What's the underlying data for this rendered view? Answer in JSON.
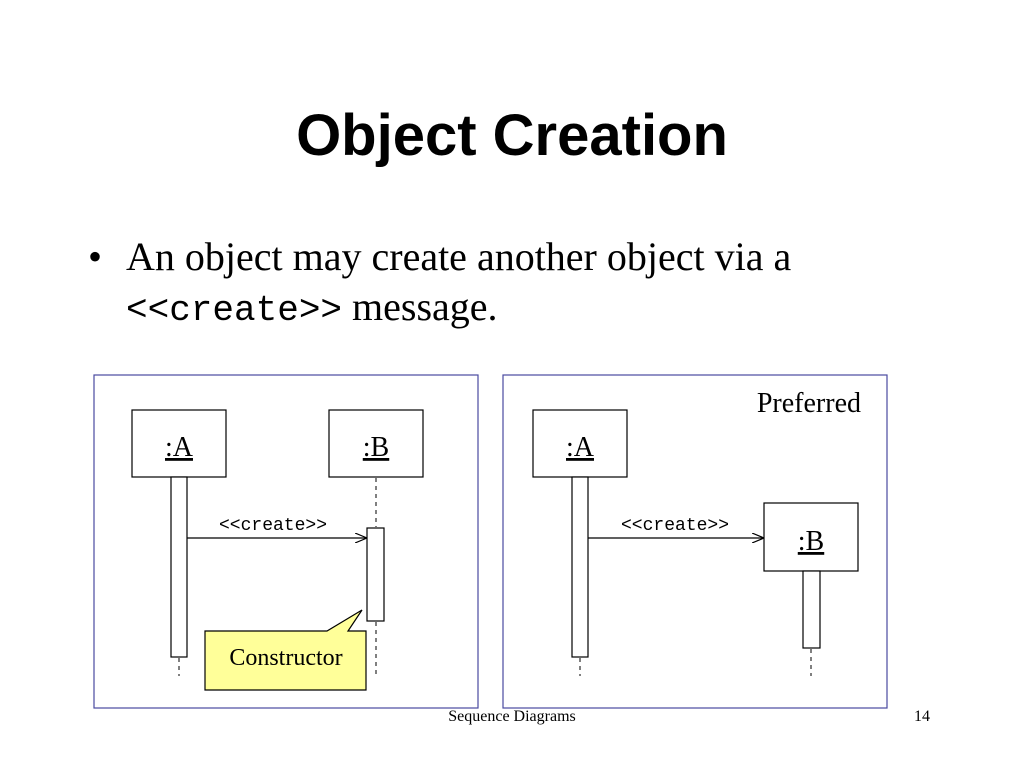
{
  "slide": {
    "title": "Object Creation",
    "bullet": {
      "text_line1": "An object may create another object via a",
      "code": "<<create>>",
      "text_line2_tail": " message."
    }
  },
  "diagram_left": {
    "object_a": ":A",
    "object_b": ":B",
    "message": "<<create>>",
    "callout": "Constructor"
  },
  "diagram_right": {
    "label": "Preferred",
    "object_a": ":A",
    "object_b": ":B",
    "message": "<<create>>"
  },
  "footer": {
    "center_text": "Sequence Diagrams",
    "page_number": "14"
  },
  "colors": {
    "frame_border": "#4a4aa0",
    "callout_fill": "#ffff99",
    "line": "#000000"
  }
}
